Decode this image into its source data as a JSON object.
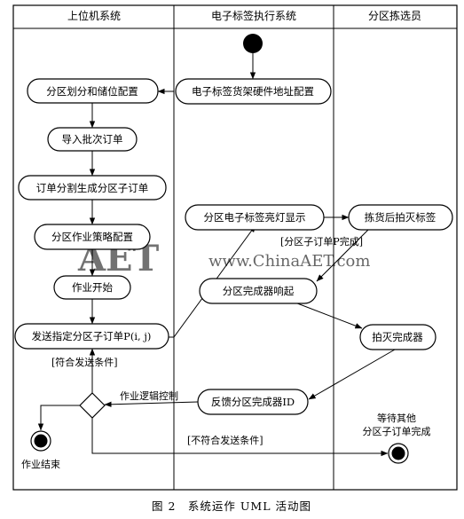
{
  "lanes": [
    "上位机系统",
    "电子标签执行系统",
    "分区拣选员"
  ],
  "nodes": {
    "config_hw": "电子标签货架硬件地址配置",
    "zone_config": "分区划分和储位配置",
    "import_orders": "导入批次订单",
    "split_orders": "订单分割生成分区子订单",
    "strategy": "分区作业策略配置",
    "start": "作业开始",
    "send_order": "发送指定分区子订单P(i, j)",
    "light_on": "分区电子标签亮灯显示",
    "pick_light_off": "拣货后拍灭标签",
    "completer_ring": "分区完成器响起",
    "tap_complete": "拍灭完成器",
    "feedback_id": "反馈分区完成器ID"
  },
  "labels": {
    "guard_send": "[符合发送条件]",
    "guard_not_send": "[不符合发送条件]",
    "guard_done": "[分区子订单P完成]",
    "logic_control": "作业逻辑控制",
    "job_end": "作业结束",
    "wait_other_1": "等待其他",
    "wait_other_2": "分区子订单完成"
  },
  "watermark": {
    "brand": "AET",
    "url": "www.ChinaAET.com"
  },
  "caption": "图 2　系统运作 UML 活动图"
}
